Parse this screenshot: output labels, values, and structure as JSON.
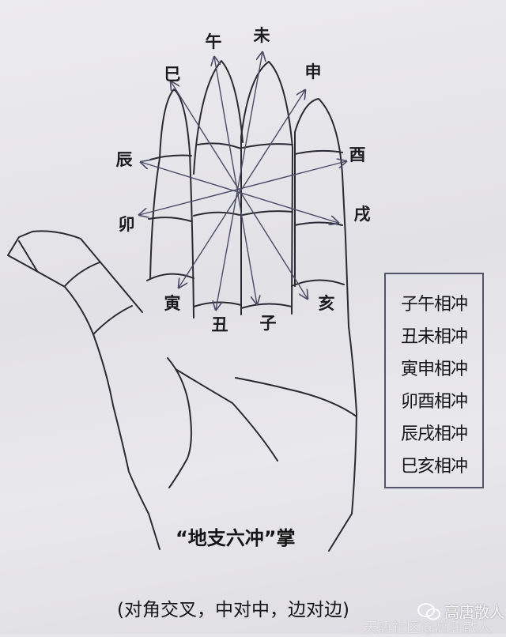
{
  "branches": {
    "wu": "午",
    "wei": "未",
    "si": "巳",
    "shen": "申",
    "chen": "辰",
    "you": "酉",
    "mao": "卯",
    "xu": "戌",
    "yin": "寅",
    "chou": "丑",
    "zi": "子",
    "hai": "亥"
  },
  "legend": [
    "子午相冲",
    "丑未相冲",
    "寅申相冲",
    "卯酉相冲",
    "辰戌相冲",
    "巳亥相冲"
  ],
  "title": "“地支六冲”掌",
  "subtitle": "(对角交叉，中对中，边对边)",
  "watermark": {
    "icon": "wechat-icon",
    "text": "高唐散人",
    "overlay": "天唐社区@高唐散人"
  },
  "colors": {
    "ink": "#2a2a33",
    "arrow": "#4a4a66",
    "paper": "#e6e5e9"
  }
}
